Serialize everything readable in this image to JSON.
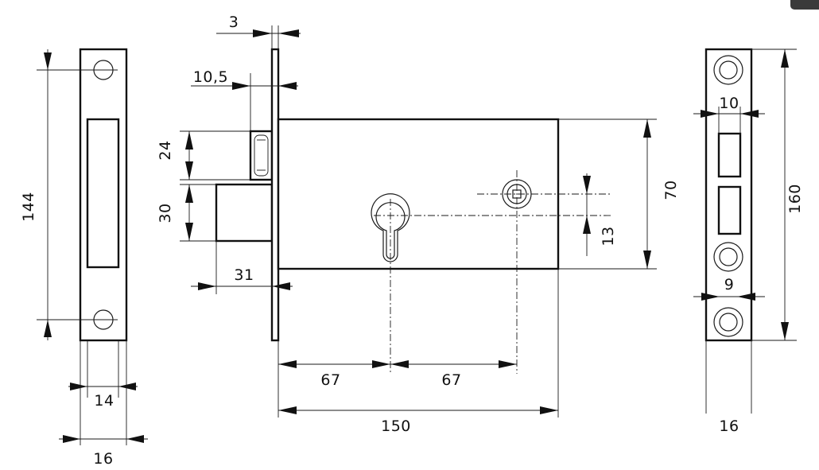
{
  "dimensions": {
    "thickness_3": "3",
    "offset_10_5": "10,5",
    "deadbolt_24": "24",
    "latch_30": "30",
    "latch_throw_31": "31",
    "faceplate_height_144": "144",
    "faceplate_inner_14": "14",
    "faceplate_width_16": "16",
    "backset_67_left": "67",
    "backset_67_right": "67",
    "case_length_150": "150",
    "case_height_70": "70",
    "spindle_offset_13": "13",
    "strike_slot_10": "10",
    "strike_hole_9": "9",
    "strike_height_160": "160",
    "strike_width_16": "16"
  }
}
